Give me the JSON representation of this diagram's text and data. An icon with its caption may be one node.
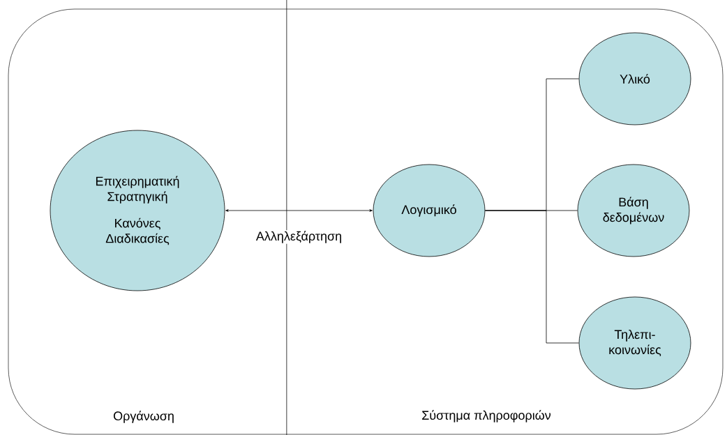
{
  "diagram": {
    "nodes": [
      {
        "text": [
          "Επιχειρηματική Στρατηγική",
          "Κανόνες Διαδικασίες"
        ]
      },
      {
        "text": [
          "Λογισμικό"
        ]
      },
      {
        "text": [
          "Υλικό"
        ]
      },
      {
        "text": [
          "Βάση δεδομένων"
        ]
      },
      {
        "text": [
          "Τηλεπι- κοινωνίες"
        ]
      }
    ],
    "edges": [
      {
        "from": 0,
        "to": 1,
        "arrow": "both",
        "label": "Αλληλεξάρτηση"
      },
      {
        "from": 1,
        "to": 2,
        "arrow": "none"
      },
      {
        "from": 1,
        "to": 3,
        "arrow": "none"
      },
      {
        "from": 1,
        "to": 4,
        "arrow": "none"
      }
    ],
    "labels": [
      "Οργάνωση",
      "Σύστημα πληροφοριών"
    ]
  }
}
